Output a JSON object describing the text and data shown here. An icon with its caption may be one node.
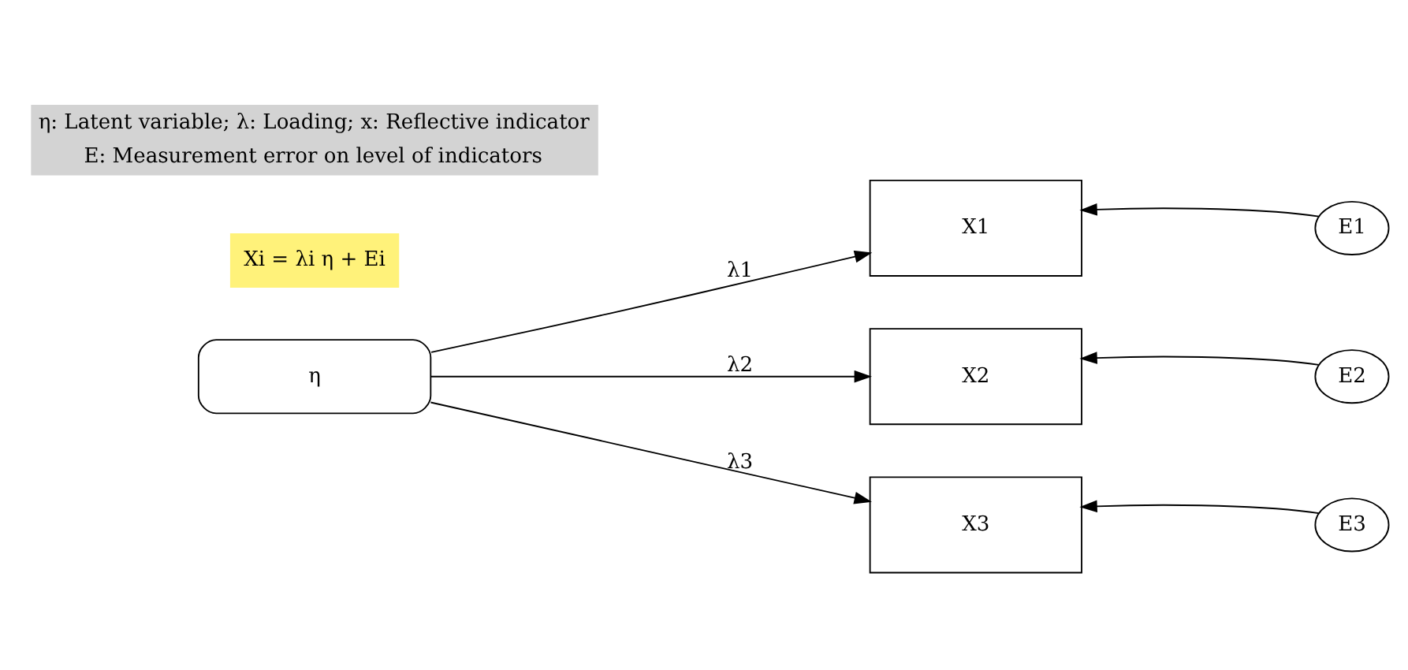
{
  "diagram": {
    "nodes": [
      {
        "text": [
          "η"
        ]
      },
      {
        "text": [
          "X1"
        ]
      },
      {
        "text": [
          "X2"
        ]
      },
      {
        "text": [
          "X3"
        ]
      },
      {
        "text": [
          "E1"
        ]
      },
      {
        "text": [
          "E2"
        ]
      },
      {
        "text": [
          "E3"
        ]
      }
    ],
    "edges": [
      {
        "from": 0,
        "to": 1,
        "arrow": "to",
        "label": "λ1"
      },
      {
        "from": 0,
        "to": 2,
        "arrow": "to",
        "label": "λ2"
      },
      {
        "from": 0,
        "to": 3,
        "arrow": "to",
        "label": "λ3"
      },
      {
        "from": 4,
        "to": 1,
        "arrow": "to"
      },
      {
        "from": 5,
        "to": 2,
        "arrow": "to"
      },
      {
        "from": 6,
        "to": 3,
        "arrow": "to"
      }
    ],
    "labels": [
      "Xi = λi η + Ei",
      "η: Latent variable; λ: Loading; x: Reflective indicator",
      "E: Measurement error on level of indicators"
    ]
  }
}
